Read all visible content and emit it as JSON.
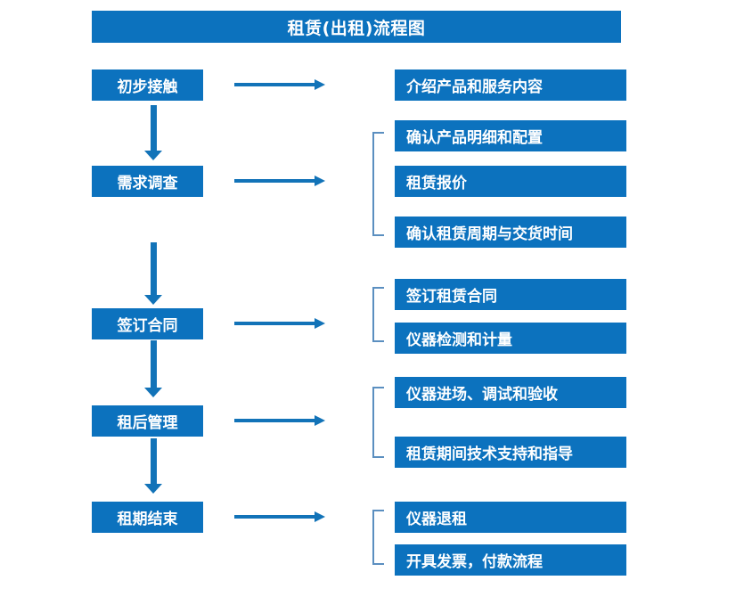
{
  "diagram": {
    "title": "租赁(出租)流程图",
    "accent_color": "#0C72BE",
    "arrow_color": "#1273B8",
    "bracket_color": "#5B8FC0",
    "text_color": "#FFFFFF",
    "background_color": "#FFFFFF",
    "type": "flowchart",
    "orientation": "vertical-stages-with-detail-branches",
    "stages": [
      {
        "id": "stage-1",
        "label": "初步接触",
        "details": [
          "介绍产品和服务内容"
        ],
        "has_bracket": false
      },
      {
        "id": "stage-2",
        "label": "需求调查",
        "details": [
          "确认产品明细和配置",
          "租赁报价",
          "确认租赁周期与交货时间"
        ],
        "has_bracket": true
      },
      {
        "id": "stage-3",
        "label": "签订合同",
        "details": [
          "签订租赁合同",
          "仪器检测和计量"
        ],
        "has_bracket": true
      },
      {
        "id": "stage-4",
        "label": "租后管理",
        "details": [
          "仪器进场、调试和验收",
          "租赁期间技术支持和指导"
        ],
        "has_bracket": true
      },
      {
        "id": "stage-5",
        "label": "租期结束",
        "details": [
          "仪器退租",
          "开具发票，付款流程"
        ],
        "has_bracket": true
      }
    ],
    "connectors": {
      "vertical_arrow_icon": "down-arrow-icon",
      "horizontal_arrow_icon": "right-arrow-icon",
      "bracket_icon": "bracket-connector-icon"
    }
  }
}
